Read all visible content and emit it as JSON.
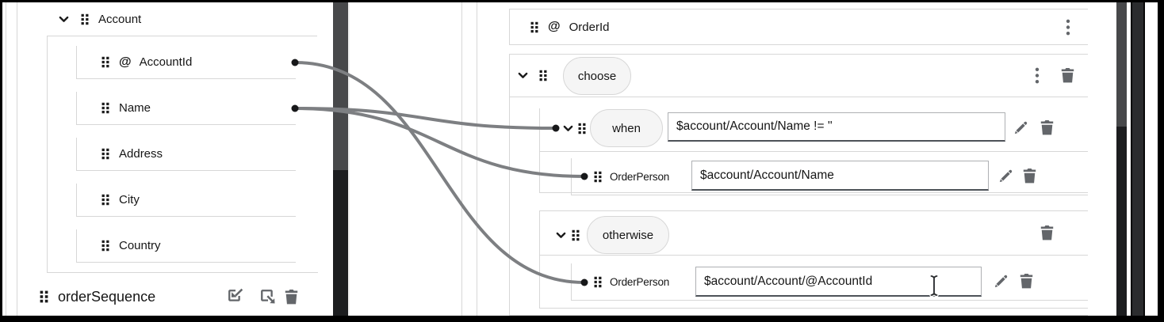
{
  "source": {
    "root_label": "Account",
    "fields": [
      {
        "attr": "@",
        "label": "AccountId"
      },
      {
        "label": "Name"
      },
      {
        "label": "Address"
      },
      {
        "label": "City"
      },
      {
        "label": "Country"
      }
    ],
    "document_label": "orderSequence"
  },
  "target": {
    "order_id": {
      "attr": "@",
      "label": "OrderId"
    },
    "choose_label": "choose",
    "when": {
      "label": "when",
      "condition": "$account/Account/Name != ''"
    },
    "when_field": {
      "label": "OrderPerson",
      "value": "$account/Account/Name"
    },
    "otherwise_label": "otherwise",
    "otherwise_field": {
      "label": "OrderPerson",
      "value": "$account/Account/@AccountId"
    }
  },
  "connections": [
    {
      "from": "port-name",
      "to": "port-when"
    },
    {
      "from": "port-name",
      "to": "port-when-orderperson"
    },
    {
      "from": "port-accountid",
      "to": "port-otherwise-orderperson"
    }
  ],
  "icons": {
    "drag_handle": "six-dot-grip",
    "chevron": "chevron-down",
    "kebab": "vertical-ellipsis",
    "trash": "trash-can",
    "pencil": "edit-pencil",
    "attach": "arrow-into-box",
    "detach": "arrow-out-of-box",
    "text_cursor": "i-beam"
  },
  "colors": {
    "wire": "#7d7f82",
    "border": "#d7d7d7",
    "text": "#151515",
    "icon": "#63666a",
    "pillbg": "#f5f5f5",
    "track": "#1c1d1f",
    "thumb": "#47484a",
    "divider": "#2b2c2e"
  }
}
